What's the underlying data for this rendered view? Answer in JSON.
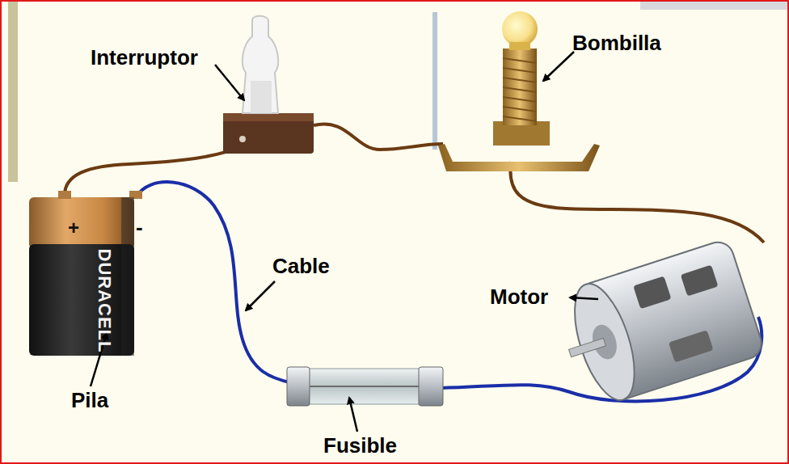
{
  "diagram": {
    "labels": [
      "Interruptor",
      "Bombilla",
      "Cable",
      "Motor",
      "Pila",
      "Fusible",
      "+",
      "-",
      "DURACELL"
    ]
  }
}
